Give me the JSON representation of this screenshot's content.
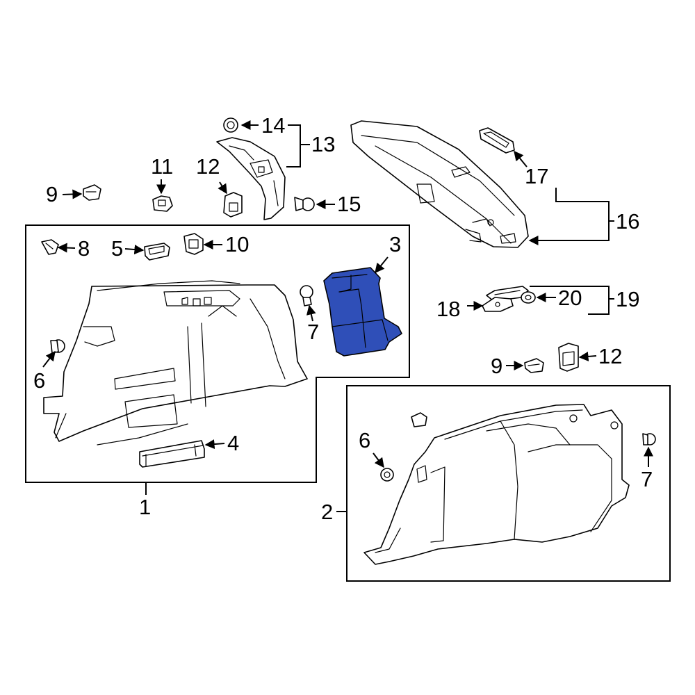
{
  "callouts": {
    "c1": "1",
    "c2": "2",
    "c3": "3",
    "c4": "4",
    "c5": "5",
    "c6a": "6",
    "c6b": "6",
    "c7a": "7",
    "c7b": "7",
    "c8": "8",
    "c9a": "9",
    "c9b": "9",
    "c10": "10",
    "c11": "11",
    "c12a": "12",
    "c12b": "12",
    "c13": "13",
    "c14": "14",
    "c15": "15",
    "c16": "16",
    "c17": "17",
    "c18": "18",
    "c19": "19",
    "c20": "20"
  },
  "colors": {
    "highlight": "#2f4fb8",
    "line": "#000000",
    "background": "#ffffff"
  }
}
